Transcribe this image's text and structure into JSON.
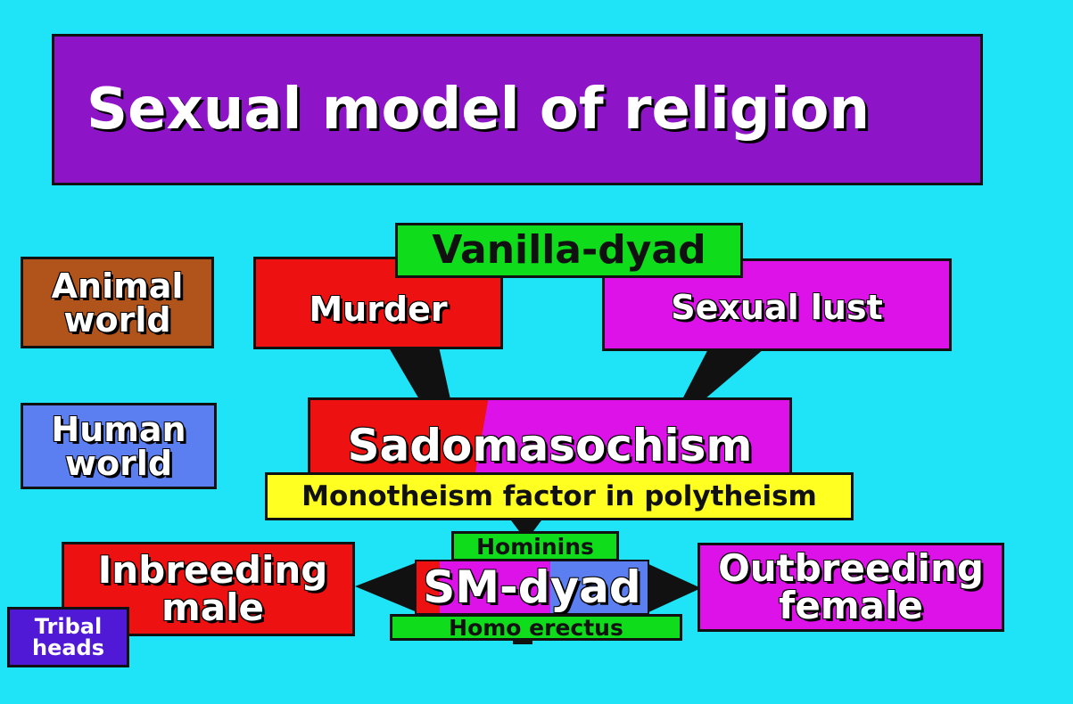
{
  "title": "Sexual model of religion",
  "legend": {
    "animal_world": "Animal world",
    "human_world": "Human world"
  },
  "nodes": {
    "vanilla_dyad": "Vanilla-dyad",
    "murder": "Murder",
    "sexual_lust": "Sexual lust",
    "sadomasochism": "Sadomasochism",
    "monotheism_factor": "Monotheism factor in polytheism",
    "hominins": "Hominins",
    "sm_dyad": "SM-dyad",
    "homo_erectus": "Homo erectus",
    "inbreeding_male": "Inbreeding male",
    "outbreeding_female": "Outbreeding female",
    "tribal_heads": "Tribal heads"
  },
  "colors": {
    "background": "#1fe3f7",
    "title_purple": "#8e15c7",
    "green": "#0fdc1a",
    "red": "#ee1111",
    "magenta": "#dd12e8",
    "brown": "#b0541c",
    "blue": "#5b7ff0",
    "yellow": "#ffff22",
    "indigo": "#4f19d6"
  }
}
